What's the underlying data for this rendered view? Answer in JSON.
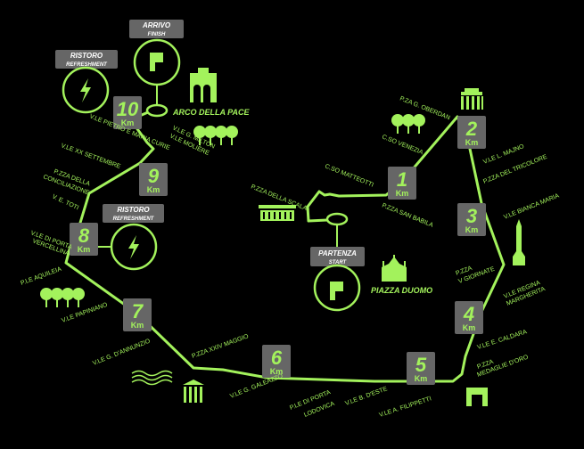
{
  "colors": {
    "route": "#a3f25c",
    "box": "#666666",
    "background": "#000000"
  },
  "finish": {
    "title": "ARRIVO",
    "subtitle": "FINISH",
    "icon": "flag-icon"
  },
  "start": {
    "title": "PARTENZA",
    "subtitle": "START",
    "icon": "flag-icon"
  },
  "refreshments": [
    {
      "title": "RISTORO",
      "subtitle": "REFRESHMENT",
      "icon": "lightning-icon"
    },
    {
      "title": "RISTORO",
      "subtitle": "REFRESHMENT",
      "icon": "lightning-icon"
    }
  ],
  "km_markers": [
    {
      "num": "1",
      "unit": "Km"
    },
    {
      "num": "2",
      "unit": "Km"
    },
    {
      "num": "3",
      "unit": "Km"
    },
    {
      "num": "4",
      "unit": "Km"
    },
    {
      "num": "5",
      "unit": "Km"
    },
    {
      "num": "6",
      "unit": "Km"
    },
    {
      "num": "7",
      "unit": "Km"
    },
    {
      "num": "8",
      "unit": "Km"
    },
    {
      "num": "9",
      "unit": "Km"
    },
    {
      "num": "10",
      "unit": "Km"
    }
  ],
  "landmarks": {
    "arco": "ARCO DELLA PACE",
    "duomo": "PIAZZA DUOMO"
  },
  "streets": [
    "V.LE PIETRO E MARIA CURIE",
    "V.LE G. MILTON",
    "V.LE MOLIÈRE",
    "V.LE XX SETTEMBRE",
    "P.ZZA DELLA",
    "CONCILIAZIONE",
    "V. E. TOTI",
    "V.LE DI PORTA",
    "VERCELLINA",
    "P.LE AQUILEIA",
    "V.LE PAPINIANO",
    "V.LE G. D'ANNUNZIO",
    "P.ZZA XXIV MAGGIO",
    "V.LE G. GALEAZZO",
    "P.LE DI PORTA",
    "LODOVICA",
    "V.LE B. D'ESTE",
    "V.LE A. FILIPPETTI",
    "P.ZZA",
    "MEDAGLIE D'ORO",
    "V.LE E. CALDARA",
    "V.LE REGINA",
    "MARGHERITA",
    "P.ZZA",
    "V GIORNATE",
    "V.LE BIANCA MARIA",
    "P.ZZA DEL TRICOLORE",
    "V.LE L. MAJNO",
    "P.ZA G. OBERDAN",
    "C.SO VENEZIA",
    "C.SO MATTEOTTI",
    "P.ZZA SAN BABILA",
    "P.ZZA DELLA SCALA"
  ]
}
